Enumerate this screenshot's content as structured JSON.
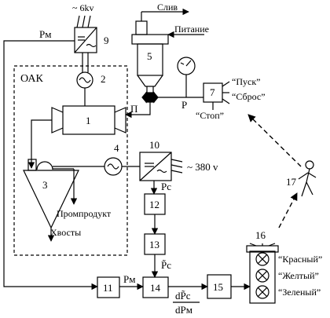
{
  "labels": {
    "b1": "1",
    "b2": "2",
    "b3": "3",
    "b4": "4",
    "b5": "5",
    "b7": "7",
    "b9": "9",
    "b10": "10",
    "b11": "11",
    "b12": "12",
    "b13": "13",
    "b14": "14",
    "b15": "15",
    "b16": "16",
    "b17": "17"
  },
  "text": {
    "supply_top": "~ 6kv",
    "drain": "Слив",
    "feed": "Питание",
    "pm_top": "Pм",
    "oak": "ОАК",
    "p_nozzle": "П",
    "p_valve": "Р",
    "start": "“Пуск”",
    "reset": "“Сброс”",
    "stop": "“Стоп”",
    "supply_right": "~ 380 v",
    "pc": "Pc",
    "pc_tilde": "P̃c",
    "pm_bottom": "Pм",
    "middlings": "Промпродукт",
    "tails": "Хвосты",
    "red": "“Красный”",
    "yellow": "“Желтый”",
    "green": "“Зеленый”",
    "frac_num": "dP̃c",
    "frac_den": "dPм"
  },
  "colors": {
    "line": "#000000",
    "background": "#ffffff"
  }
}
